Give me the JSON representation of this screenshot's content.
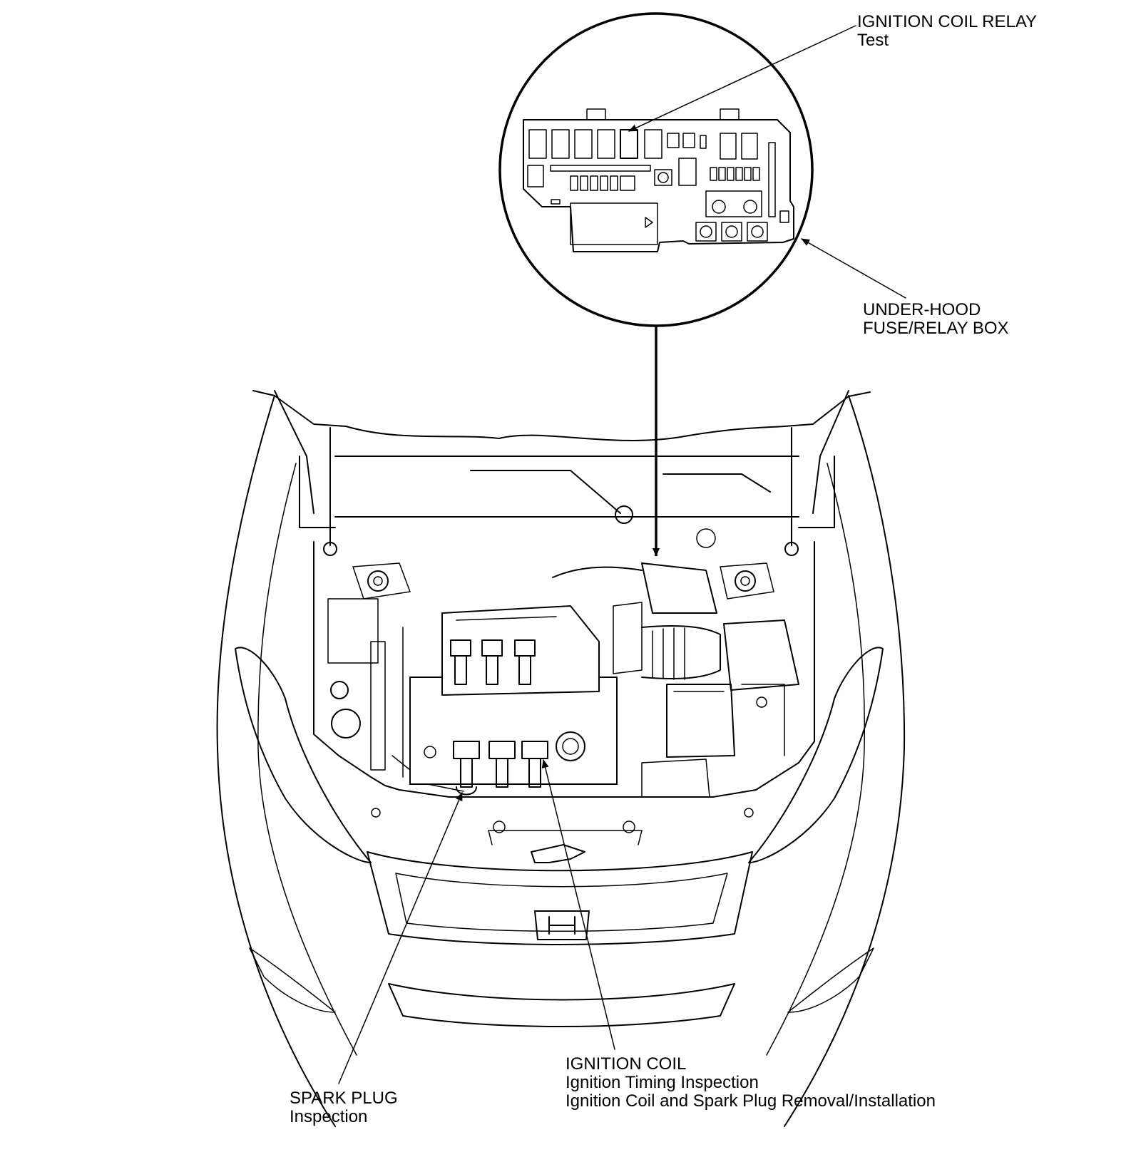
{
  "callouts": {
    "relay": {
      "title": "IGNITION COIL RELAY",
      "line2": "Test"
    },
    "fusebox": {
      "title": "UNDER-HOOD",
      "line2": "FUSE/RELAY BOX"
    },
    "coil": {
      "title": "IGNITION COIL",
      "line2": "Ignition Timing Inspection",
      "line3": "Ignition Coil and Spark Plug Removal/Installation"
    },
    "plug": {
      "title": "SPARK PLUG",
      "line2": "Inspection"
    }
  }
}
